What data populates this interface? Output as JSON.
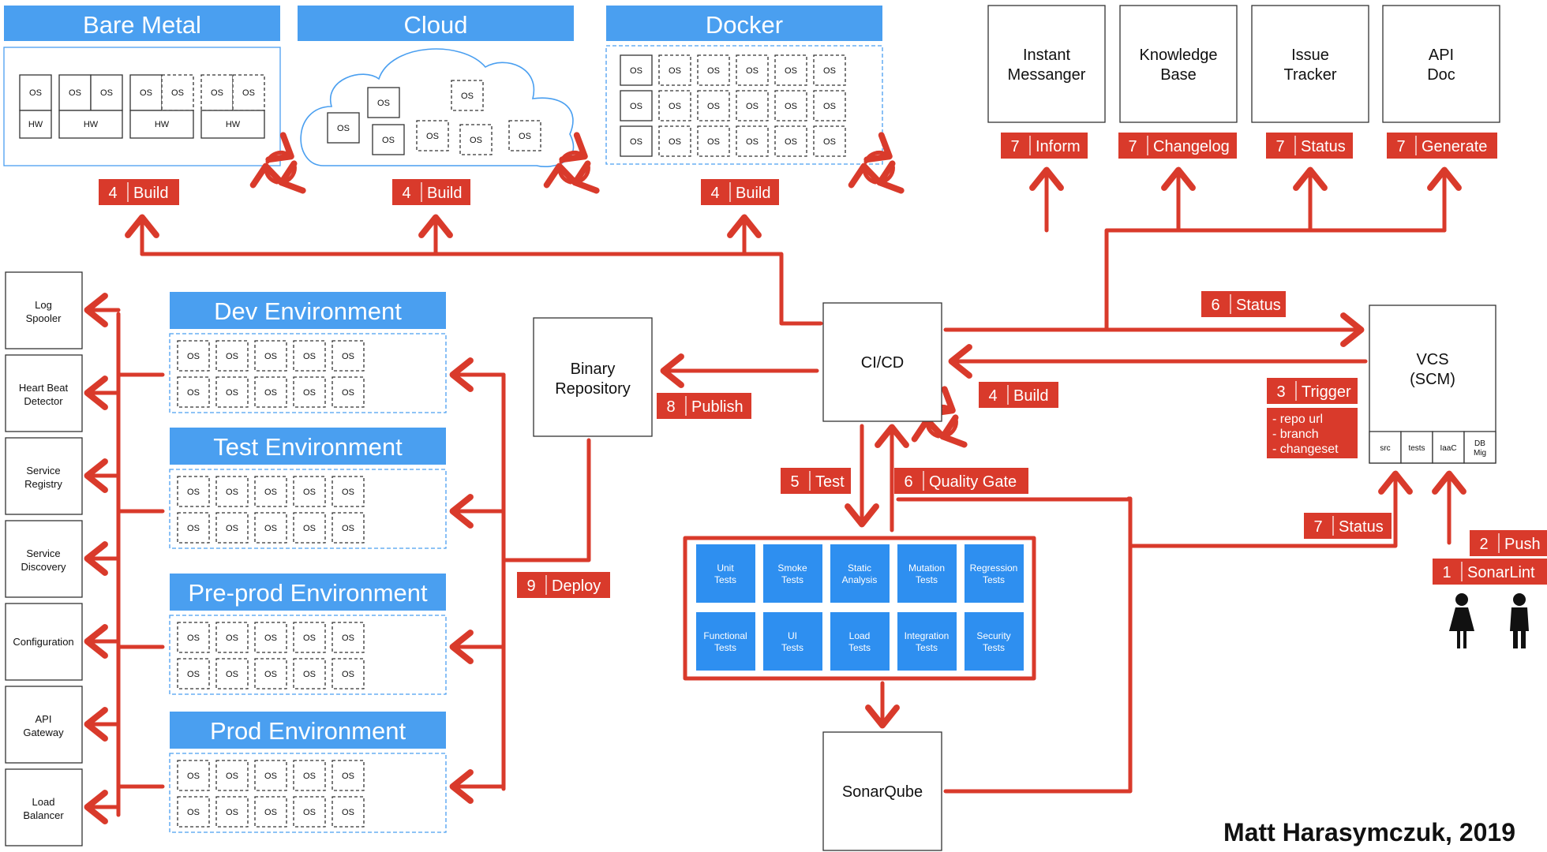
{
  "colors": {
    "accent_red": "#d93a2b",
    "accent_blue": "#4a9ff0",
    "test_blue": "#2e8ff0"
  },
  "platforms": [
    {
      "title": "Bare Metal"
    },
    {
      "title": "Cloud"
    },
    {
      "title": "Docker"
    }
  ],
  "tools": [
    {
      "label_line1": "Instant",
      "label_line2": "Messanger",
      "step": "7",
      "action": "Inform"
    },
    {
      "label_line1": "Knowledge",
      "label_line2": "Base",
      "step": "7",
      "action": "Changelog"
    },
    {
      "label_line1": "Issue",
      "label_line2": "Tracker",
      "step": "7",
      "action": "Status"
    },
    {
      "label_line1": "API",
      "label_line2": "Doc",
      "step": "7",
      "action": "Generate"
    }
  ],
  "services": [
    {
      "line1": "Log",
      "line2": "Spooler"
    },
    {
      "line1": "Heart Beat",
      "line2": "Detector"
    },
    {
      "line1": "Service",
      "line2": "Registry"
    },
    {
      "line1": "Service",
      "line2": "Discovery"
    },
    {
      "line1": "Configuration",
      "line2": ""
    },
    {
      "line1": "API",
      "line2": "Gateway"
    },
    {
      "line1": "Load",
      "line2": "Balancer"
    }
  ],
  "environments": [
    {
      "title": "Dev Environment"
    },
    {
      "title": "Test Environment"
    },
    {
      "title": "Pre-prod Environment"
    },
    {
      "title": "Prod Environment"
    }
  ],
  "os_label": "OS",
  "hw_label": "HW",
  "binary_repo": {
    "line1": "Binary",
    "line2": "Repository"
  },
  "cicd": {
    "label": "CI/CD"
  },
  "vcs": {
    "line1": "VCS",
    "line2": "(SCM)",
    "cells": [
      "src",
      "tests",
      "IaaC",
      "DB",
      "Mig"
    ]
  },
  "sonarqube": {
    "label": "SonarQube"
  },
  "badges": {
    "build_bare": {
      "n": "4",
      "t": "Build"
    },
    "build_cloud": {
      "n": "4",
      "t": "Build"
    },
    "build_docker": {
      "n": "4",
      "t": "Build"
    },
    "status_6": {
      "n": "6",
      "t": "Status"
    },
    "build_ci": {
      "n": "4",
      "t": "Build"
    },
    "publish": {
      "n": "8",
      "t": "Publish"
    },
    "trigger": {
      "n": "3",
      "t": "Trigger"
    },
    "test": {
      "n": "5",
      "t": "Test"
    },
    "quality": {
      "n": "6",
      "t": "Quality Gate"
    },
    "status_7": {
      "n": "7",
      "t": "Status"
    },
    "deploy": {
      "n": "9",
      "t": "Deploy"
    },
    "push": {
      "n": "2",
      "t": "Push"
    },
    "sonarlint": {
      "n": "1",
      "t": "SonarLint"
    }
  },
  "trigger_details": [
    "- repo url",
    "- branch",
    "- changeset"
  ],
  "tests": [
    {
      "l1": "Unit",
      "l2": "Tests"
    },
    {
      "l1": "Smoke",
      "l2": "Tests"
    },
    {
      "l1": "Static",
      "l2": "Analysis"
    },
    {
      "l1": "Mutation",
      "l2": "Tests"
    },
    {
      "l1": "Regression",
      "l2": "Tests"
    },
    {
      "l1": "Functional",
      "l2": "Tests"
    },
    {
      "l1": "UI",
      "l2": "Tests"
    },
    {
      "l1": "Load",
      "l2": "Tests"
    },
    {
      "l1": "Integration",
      "l2": "Tests"
    },
    {
      "l1": "Security",
      "l2": "Tests"
    }
  ],
  "author": "Matt Harasymczuk, 2019"
}
